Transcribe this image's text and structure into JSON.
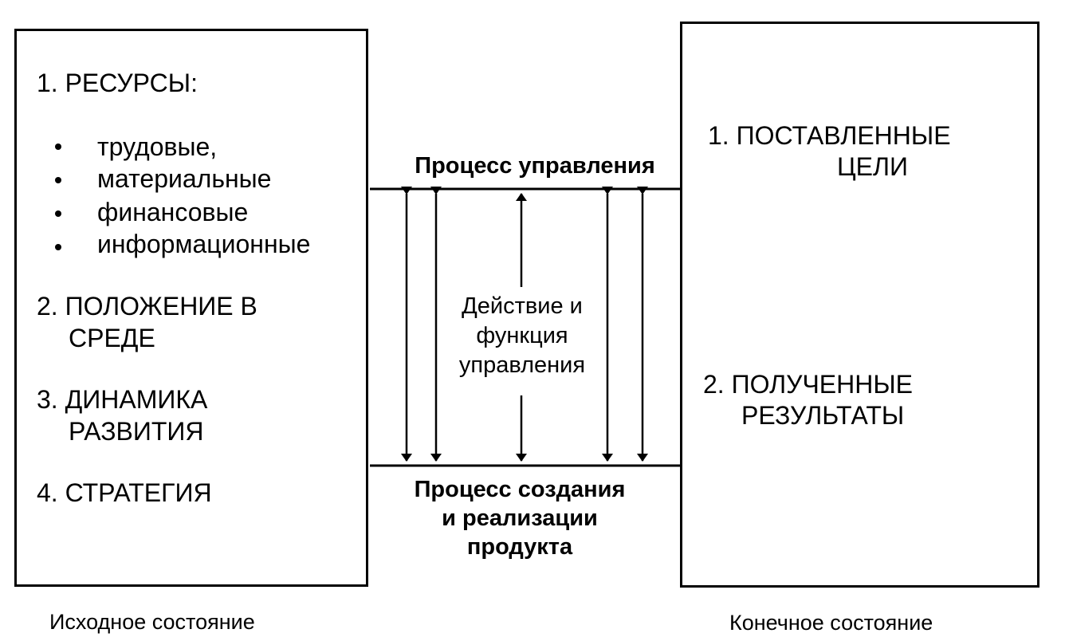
{
  "left_box": {
    "items": [
      {
        "number": "1.",
        "text": "РЕСУРСЫ:"
      },
      {
        "number": "2.",
        "text": "ПОЛОЖЕНИЕ В",
        "text2": "СРЕДЕ"
      },
      {
        "number": "3.",
        "text": "ДИНАМИКА",
        "text2": "РАЗВИТИЯ"
      },
      {
        "number": "4.",
        "text": "СТРАТЕГИЯ"
      }
    ],
    "bullets": [
      "трудовые,",
      "материальные",
      "финансовые",
      "информационные"
    ]
  },
  "center": {
    "top_label": "Процесс управления",
    "middle_label": [
      "Действие и",
      "функция",
      "управления"
    ],
    "bottom_label": [
      "Процесс создания",
      "и реализации",
      "продукта"
    ]
  },
  "right_box": {
    "items": [
      {
        "number": "1.",
        "text": "ПОСТАВЛЕННЫЕ",
        "text2": "ЦЕЛИ"
      },
      {
        "number": "2.",
        "text": "ПОЛУЧЕННЫЕ",
        "text2": "РЕЗУЛЬТАТЫ"
      }
    ]
  },
  "captions": {
    "left": "Исходное состояние",
    "right": "Конечное состояние"
  }
}
